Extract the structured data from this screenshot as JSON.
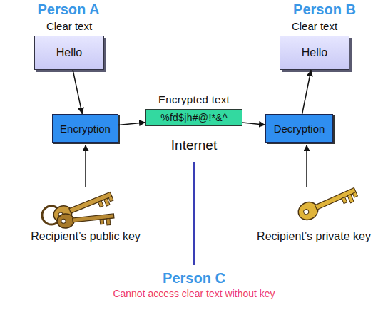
{
  "diagram": {
    "nodes": [
      {
        "text": [
          "Clear text",
          "Hello"
        ]
      },
      {
        "text": [
          "Encryption"
        ]
      },
      {
        "text": [
          "Encrypted text",
          "%fd$jh#@!*&^"
        ]
      },
      {
        "text": [
          "Decryption"
        ]
      },
      {
        "text": [
          "Clear text",
          "Hello"
        ]
      }
    ],
    "edges": [
      {
        "from": 0,
        "to": 1,
        "arrow": "to"
      },
      {
        "from": 1,
        "to": 2,
        "arrow": "to"
      },
      {
        "from": 2,
        "to": 3,
        "arrow": "to"
      },
      {
        "from": 3,
        "to": 4,
        "arrow": "to"
      }
    ],
    "labels": [
      "Person A",
      "Person B",
      "Internet",
      "Recipient’s public key",
      "Recipient’s private key",
      "Person C",
      "Cannot access clear text without key"
    ]
  }
}
